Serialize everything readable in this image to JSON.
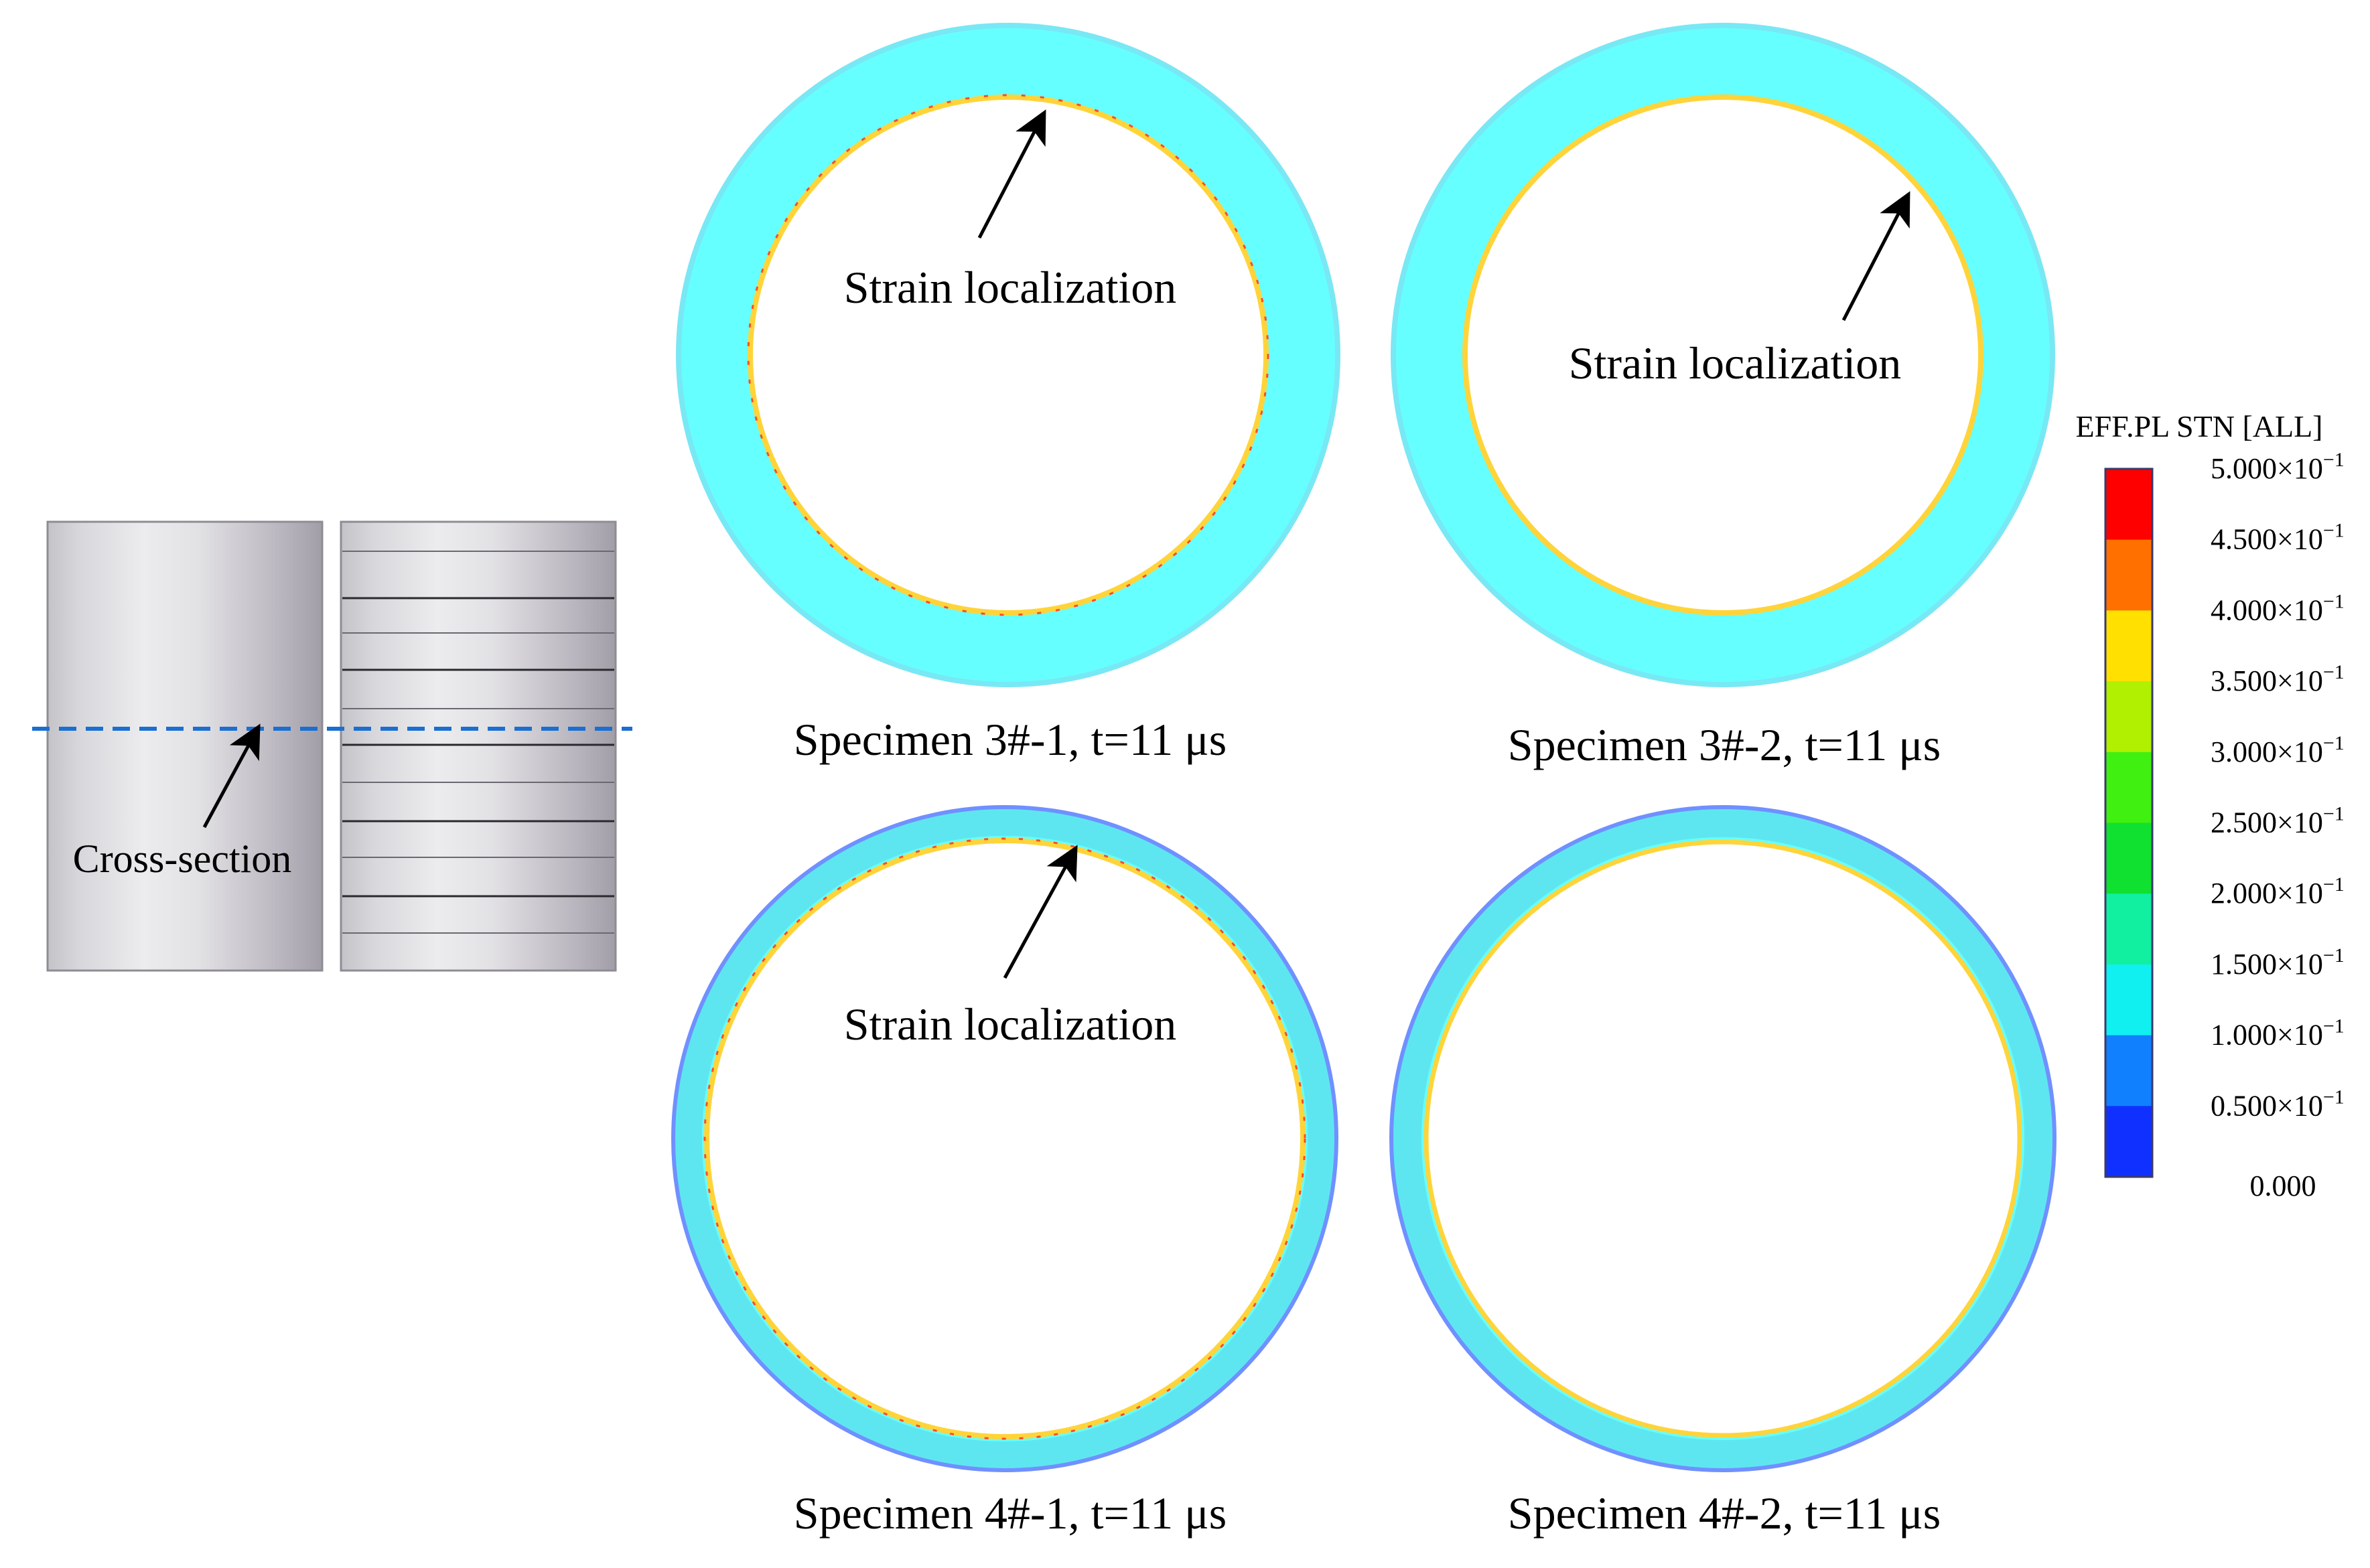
{
  "cylinders": {
    "cross_section_label": "Cross-section"
  },
  "specimens": [
    {
      "caption": "Specimen 3#-1, t=11 μs",
      "annotation": "Strain localization"
    },
    {
      "caption": "Specimen 3#-2, t=11 μs",
      "annotation": "Strain localization"
    },
    {
      "caption": "Specimen 4#-1, t=11 μs",
      "annotation": "Strain localization"
    },
    {
      "caption": "Specimen 4#-2, t=11 μs",
      "annotation": ""
    }
  ],
  "legend": {
    "title": "EFF.PL STN [ALL]",
    "ticks": [
      "5.000×10",
      "4.500×10",
      "4.000×10",
      "3.500×10",
      "3.000×10",
      "2.500×10",
      "2.000×10",
      "1.500×10",
      "1.000×10",
      "0.500×10",
      "0.000"
    ],
    "exponent": "−1",
    "colors": [
      "#ff0000",
      "#ff7000",
      "#ffe000",
      "#b0f000",
      "#40f010",
      "#10e030",
      "#10f0a0",
      "#10f0f0",
      "#1080ff",
      "#1030ff"
    ]
  },
  "colors": {
    "ring_base": "#66ffff",
    "ring_outer_thin": "#5ee6f0",
    "ring_edge": "#7088ff",
    "inner_edge": "#ffd43a",
    "inner_edge_hot": "#ff4a2a",
    "dashed_line": "#1a6fd0",
    "cylinder_light": "#e8e8ea",
    "cylinder_dark": "#a8a4ac"
  }
}
